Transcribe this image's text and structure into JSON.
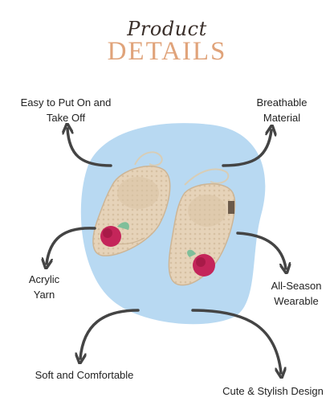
{
  "header": {
    "script_title": "Product",
    "main_title": "DETAILS"
  },
  "features": {
    "easy_line1": "Easy to Put On and",
    "easy_line2": "Take Off",
    "breathable_line1": "Breathable",
    "breathable_line2": "Material",
    "acrylic_line1": "Acrylic",
    "acrylic_line2": "Yarn",
    "allseason_line1": "All-Season",
    "allseason_line2": "Wearable",
    "soft": "Soft and Comfortable",
    "cute": "Cute & Stylish Design"
  },
  "colors": {
    "title_accent": "#e0a37a",
    "blob": "#b8d9f2",
    "shoe": "#e6d3b9",
    "flower": "#c4255a",
    "leaf": "#7fbf9a",
    "arrow": "#444444"
  }
}
